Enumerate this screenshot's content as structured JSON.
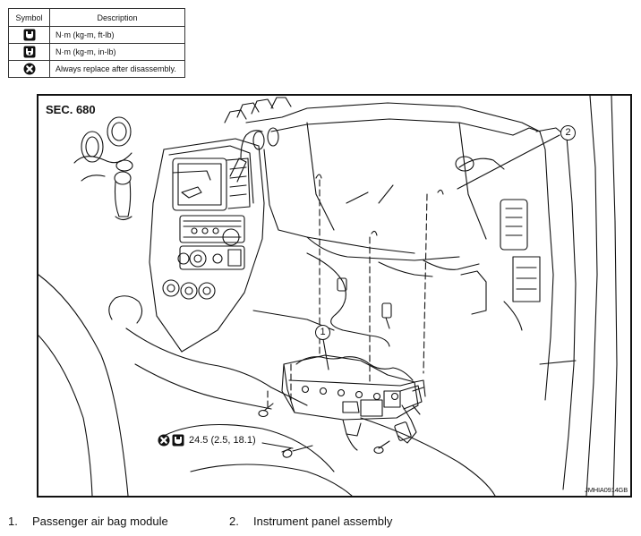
{
  "symbol_table": {
    "headers": {
      "symbol": "Symbol",
      "description": "Description"
    },
    "rows": [
      {
        "icon": "torque-ftlb-wrench-icon",
        "description": "N·m (kg-m, ft-lb)"
      },
      {
        "icon": "torque-inlb-wrench-icon",
        "description": "N·m (kg-m, in-lb)"
      },
      {
        "icon": "always-replace-icon",
        "description": "Always replace after disassembly."
      }
    ]
  },
  "figure": {
    "section": "SEC. 680",
    "callouts": [
      "1",
      "2"
    ],
    "torque_note": "24.5 (2.5, 18.1)",
    "figure_code": "JMHIA0914GB"
  },
  "parts": [
    {
      "number": "1.",
      "name": "Passenger air bag module"
    },
    {
      "number": "2.",
      "name": "Instrument panel assembly"
    }
  ],
  "colors": {
    "ink": "#111111",
    "background": "#ffffff"
  }
}
